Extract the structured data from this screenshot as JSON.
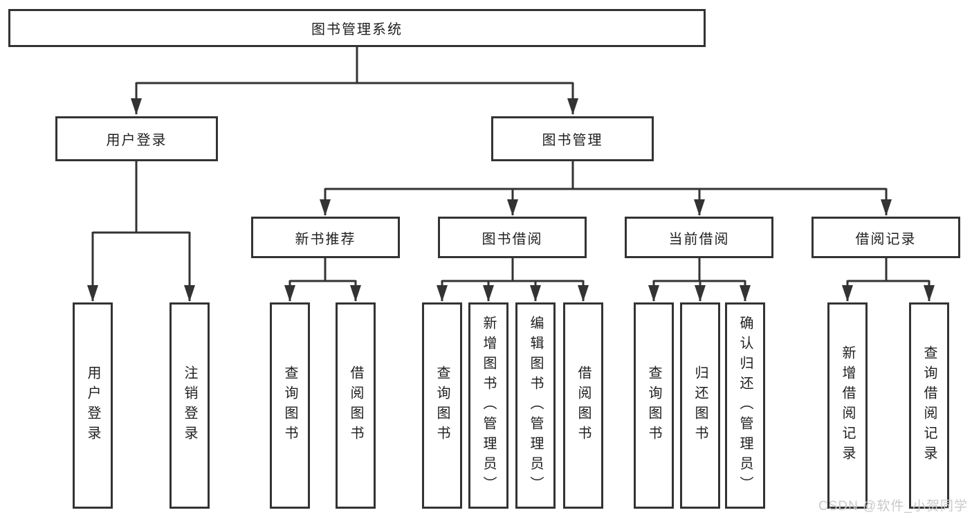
{
  "diagram_type": "hierarchy-tree",
  "tree": {
    "label": "图书管理系统",
    "children": [
      {
        "label": "用户登录",
        "children": [
          {
            "label": "用户登录"
          },
          {
            "label": "注销登录"
          }
        ]
      },
      {
        "label": "图书管理",
        "children": [
          {
            "label": "新书推荐",
            "children": [
              {
                "label": "查询图书"
              },
              {
                "label": "借阅图书"
              }
            ]
          },
          {
            "label": "图书借阅",
            "children": [
              {
                "label": "查询图书"
              },
              {
                "label": "新增图书（管理员）"
              },
              {
                "label": "编辑图书（管理员）"
              },
              {
                "label": "借阅图书"
              }
            ]
          },
          {
            "label": "当前借阅",
            "children": [
              {
                "label": "查询图书"
              },
              {
                "label": "归还图书"
              },
              {
                "label": "确认归还（管理员）"
              }
            ]
          },
          {
            "label": "借阅记录",
            "children": [
              {
                "label": "新增借阅记录"
              },
              {
                "label": "查询借阅记录"
              }
            ]
          }
        ]
      }
    ]
  },
  "watermark": {
    "text": "CSDN @软件_小贺同学"
  },
  "colors": {
    "line": "#333333",
    "box_border": "#333333",
    "box_background": "#ffffff",
    "text": "#1f1f1f",
    "watermark": "#c9c9c9",
    "page_background": "#ffffff"
  }
}
